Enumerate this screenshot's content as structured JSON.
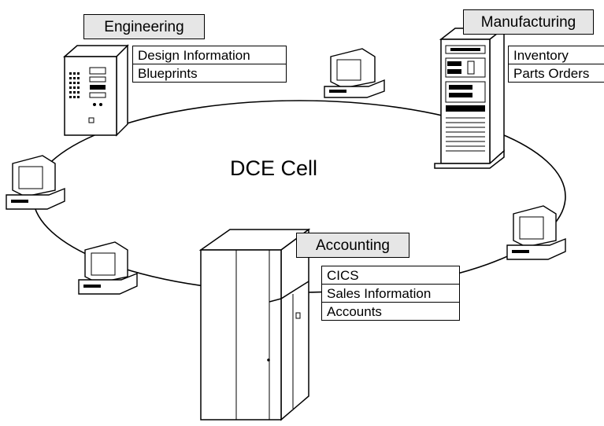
{
  "diagram": {
    "center_label": "DCE Cell",
    "servers": [
      {
        "id": "engineering",
        "label": "Engineering",
        "resources": [
          "Design Information",
          "Blueprints"
        ]
      },
      {
        "id": "manufacturing",
        "label": "Manufacturing",
        "resources": [
          "Inventory",
          "Parts Orders"
        ]
      },
      {
        "id": "accounting",
        "label": "Accounting",
        "resources": [
          "CICS",
          "Sales Information",
          "Accounts"
        ]
      }
    ],
    "client_workstations": 4,
    "colors": {
      "label_fill": "#e6e6e6",
      "line": "#000000",
      "machine_fill": "#ffffff"
    }
  }
}
